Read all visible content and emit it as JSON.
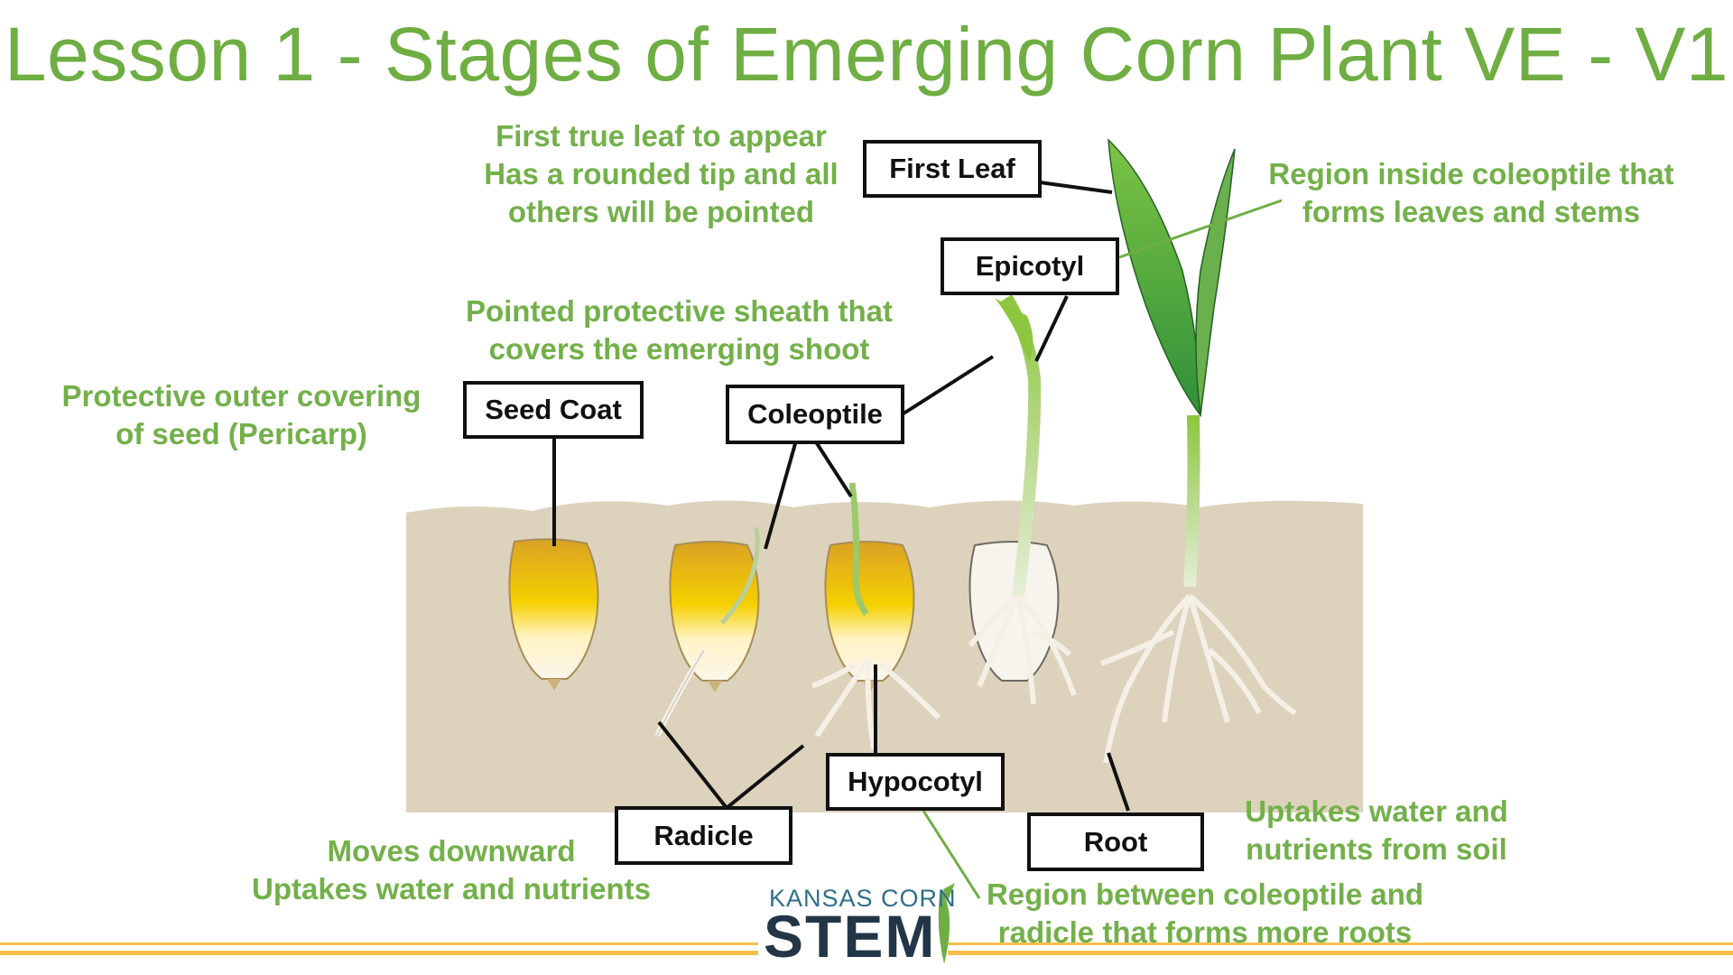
{
  "title": "Lesson 1 - Stages of Emerging Corn Plant VE - V1",
  "labels": {
    "first_leaf": "First Leaf",
    "epicotyl": "Epicotyl",
    "seed_coat": "Seed Coat",
    "coleoptile": "Coleoptile",
    "hypocotyl": "Hypocotyl",
    "radicle": "Radicle",
    "root": "Root"
  },
  "descriptions": {
    "first_leaf": [
      "First true leaf to appear",
      "Has a rounded tip and all",
      "others will be pointed"
    ],
    "epicotyl": [
      "Region inside coleoptile that",
      "forms leaves and stems"
    ],
    "coleoptile": [
      "Pointed protective sheath that",
      "covers the emerging shoot"
    ],
    "seed_coat": [
      "Protective outer covering",
      "of seed (Pericarp)"
    ],
    "radicle": [
      "Moves downward",
      "Uptakes water and nutrients"
    ],
    "root": [
      "Uptakes water and",
      "nutrients from soil"
    ],
    "hypocotyl": [
      "Region between coleoptile and",
      "radicle that forms more roots"
    ]
  },
  "logo": {
    "top": "KANSAS CORN",
    "main": "STEM"
  },
  "colors": {
    "title_green": "#6fae43",
    "desc_green": "#73b04a",
    "soil": "#ddd2bc",
    "kernel_gold": "#e9ad1f",
    "leaf_green": "#3c9a3a",
    "stripe_gold": "#f4c04b"
  }
}
